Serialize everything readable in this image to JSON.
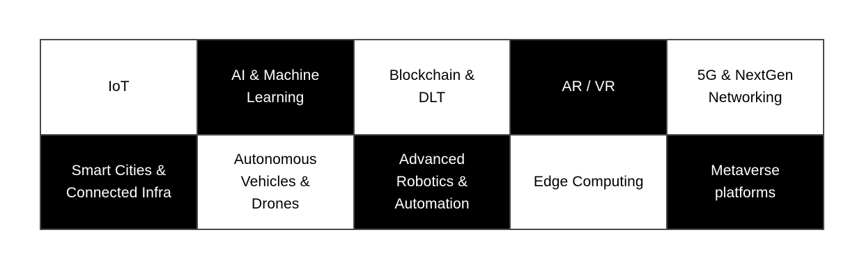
{
  "grid": {
    "border_color": "#4a4a4a",
    "colors": {
      "dark_bg": "#000000",
      "dark_text": "#ffffff",
      "light_bg": "#ffffff",
      "light_text": "#000000"
    },
    "rows": [
      {
        "cells": [
          {
            "label": "IoT",
            "variant": "light"
          },
          {
            "label": "AI & Machine Learning",
            "variant": "dark"
          },
          {
            "label": "Blockchain & DLT",
            "variant": "light"
          },
          {
            "label": "AR / VR",
            "variant": "dark"
          },
          {
            "label": "5G & NextGen Networking",
            "variant": "light"
          }
        ]
      },
      {
        "cells": [
          {
            "label": "Smart Cities & Connected Infra",
            "variant": "dark"
          },
          {
            "label": "Autonomous Vehicles & Drones",
            "variant": "light"
          },
          {
            "label": "Advanced Robotics & Automation",
            "variant": "dark"
          },
          {
            "label": "Edge Computing",
            "variant": "light"
          },
          {
            "label": "Metaverse platforms",
            "variant": "dark"
          }
        ]
      }
    ]
  }
}
